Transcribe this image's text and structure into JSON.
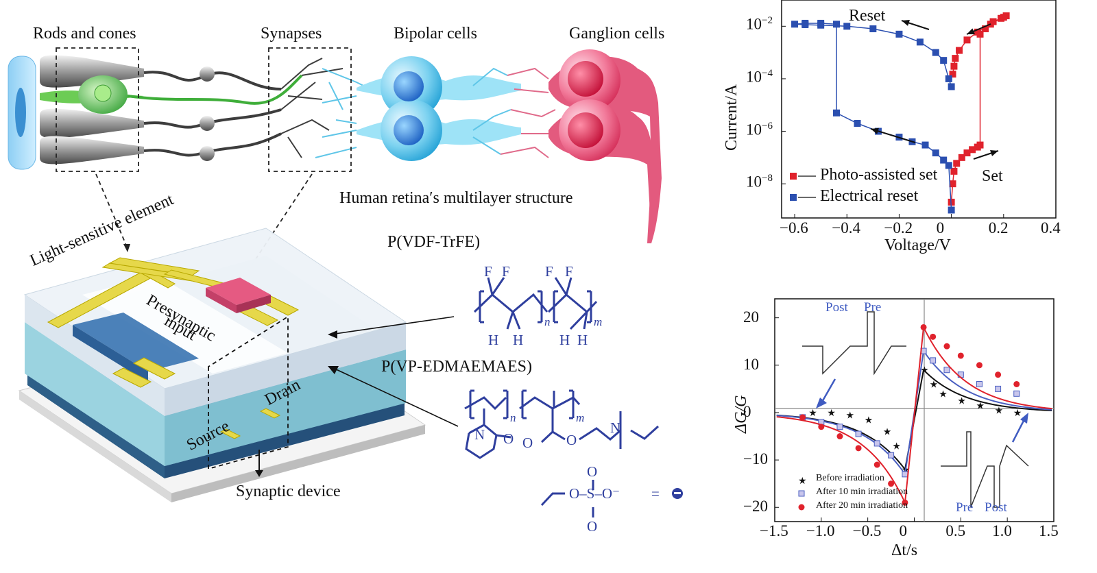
{
  "retina": {
    "rods_cones": "Rods and cones",
    "synapses": "Synapses",
    "bipolar": "Bipolar cells",
    "ganglion": "Ganglion cells",
    "caption": "Human retina′s multilayer structure"
  },
  "device": {
    "light_sensitive": "Light-sensitive element",
    "presynaptic_1": "Presynaptic",
    "presynaptic_2": "input",
    "source": "Source",
    "drain": "Drain",
    "caption": "Synaptic device",
    "layer1": "P(VDF-TrFE)",
    "layer2": "P(VP-EDMAEMAES)"
  },
  "chem": {
    "F": "F",
    "H": "H",
    "N": "N",
    "O": "O",
    "n": "n",
    "m": "m",
    "sulfonate": "O–S–O⁻",
    "equals": "="
  },
  "chart_data": [
    {
      "type": "scatter",
      "xlabel": "Voltage/V",
      "ylabel": "Current/A",
      "yscale": "log",
      "xlim": [
        -0.65,
        0.4
      ],
      "ylim": [
        5e-10,
        0.1
      ],
      "xticks": [
        "−0.6",
        "−0.4",
        "−0.2",
        "0",
        "0.2",
        "0.4"
      ],
      "yticks": [
        "10",
        "10",
        "10",
        "10"
      ],
      "ytick_exp": [
        "−2",
        "−4",
        "−6",
        "−8"
      ],
      "annotations": [
        "Reset",
        "Set"
      ],
      "legend": [
        "Photo-assisted set",
        "Electrical reset"
      ],
      "series": [
        {
          "name": "Photo-assisted set",
          "color": "#e0222c",
          "x": [
            0.0,
            0.005,
            0.01,
            0.02,
            0.04,
            0.06,
            0.08,
            0.1,
            0.11,
            0.11,
            0.13,
            0.16,
            0.2,
            0.21,
            0.19,
            0.15,
            0.1,
            0.06,
            0.03,
            0.015,
            0.01,
            0.005
          ],
          "y": [
            2e-09,
            1e-08,
            3e-08,
            6e-08,
            1e-07,
            1.5e-07,
            2e-07,
            2.5e-07,
            3e-07,
            0.005,
            0.008,
            0.015,
            0.022,
            0.025,
            0.02,
            0.012,
            0.006,
            0.003,
            0.0012,
            0.0006,
            0.0003,
            0.00015
          ]
        },
        {
          "name": "Electrical reset",
          "color": "#2b4fb0",
          "x": [
            0.0,
            -0.01,
            -0.03,
            -0.06,
            -0.1,
            -0.15,
            -0.2,
            -0.28,
            -0.36,
            -0.44,
            -0.44,
            -0.5,
            -0.56,
            -0.6,
            -0.56,
            -0.5,
            -0.4,
            -0.3,
            -0.2,
            -0.12,
            -0.06,
            -0.03,
            -0.01,
            0.0
          ],
          "y": [
            1e-09,
            5e-08,
            8e-08,
            1.5e-07,
            3e-07,
            4e-07,
            6e-07,
            1e-06,
            2e-06,
            5e-06,
            0.012,
            0.013,
            0.013,
            0.012,
            0.0115,
            0.011,
            0.01,
            0.008,
            0.005,
            0.0025,
            0.001,
            0.0005,
            0.0001,
            5e-05
          ]
        }
      ]
    },
    {
      "type": "scatter",
      "xlabel": "Δt/s",
      "ylabel": "ΔG/G",
      "xlim": [
        -1.5,
        1.5
      ],
      "ylim": [
        -23,
        24
      ],
      "xticks": [
        "−1.5",
        "−1.0",
        "−0.5",
        "0",
        "0.5",
        "1.0",
        "1.5"
      ],
      "yticks": [
        "20",
        "10",
        "0",
        "−10",
        "−20"
      ],
      "annotations": [
        "Post",
        "Pre",
        "Pre",
        "Post"
      ],
      "legend": [
        "Before irradiation",
        "After 10 min irradiation",
        "After 20 min irradiation"
      ],
      "series": [
        {
          "name": "Before irradiation",
          "color": "#111111",
          "x": [
            -1.1,
            -0.9,
            -0.7,
            -0.5,
            -0.3,
            -0.2,
            -0.1,
            0.1,
            0.2,
            0.3,
            0.5,
            0.7,
            0.9,
            1.1
          ],
          "y": [
            0,
            0,
            -0.5,
            -1.5,
            -4,
            -7,
            -12,
            9,
            6,
            4,
            2.5,
            1.5,
            0.5,
            0
          ]
        },
        {
          "name": "After 10 min irradiation",
          "color": "#4a5fc1",
          "x": [
            -1.2,
            -1.0,
            -0.8,
            -0.6,
            -0.4,
            -0.25,
            -0.1,
            0.1,
            0.2,
            0.35,
            0.5,
            0.7,
            0.9,
            1.1
          ],
          "y": [
            -1,
            -2,
            -3,
            -4.5,
            -6.5,
            -9,
            -13,
            13,
            11,
            9,
            8,
            6,
            5,
            4
          ]
        },
        {
          "name": "After 20 min irradiation",
          "color": "#e0222c",
          "x": [
            -1.2,
            -1.0,
            -0.8,
            -0.6,
            -0.4,
            -0.25,
            -0.1,
            0.1,
            0.2,
            0.35,
            0.5,
            0.7,
            0.9,
            1.1
          ],
          "y": [
            -1,
            -3,
            -5,
            -7.5,
            -11,
            -15,
            -19,
            18,
            16,
            14,
            12,
            10,
            8,
            6
          ]
        }
      ]
    }
  ]
}
